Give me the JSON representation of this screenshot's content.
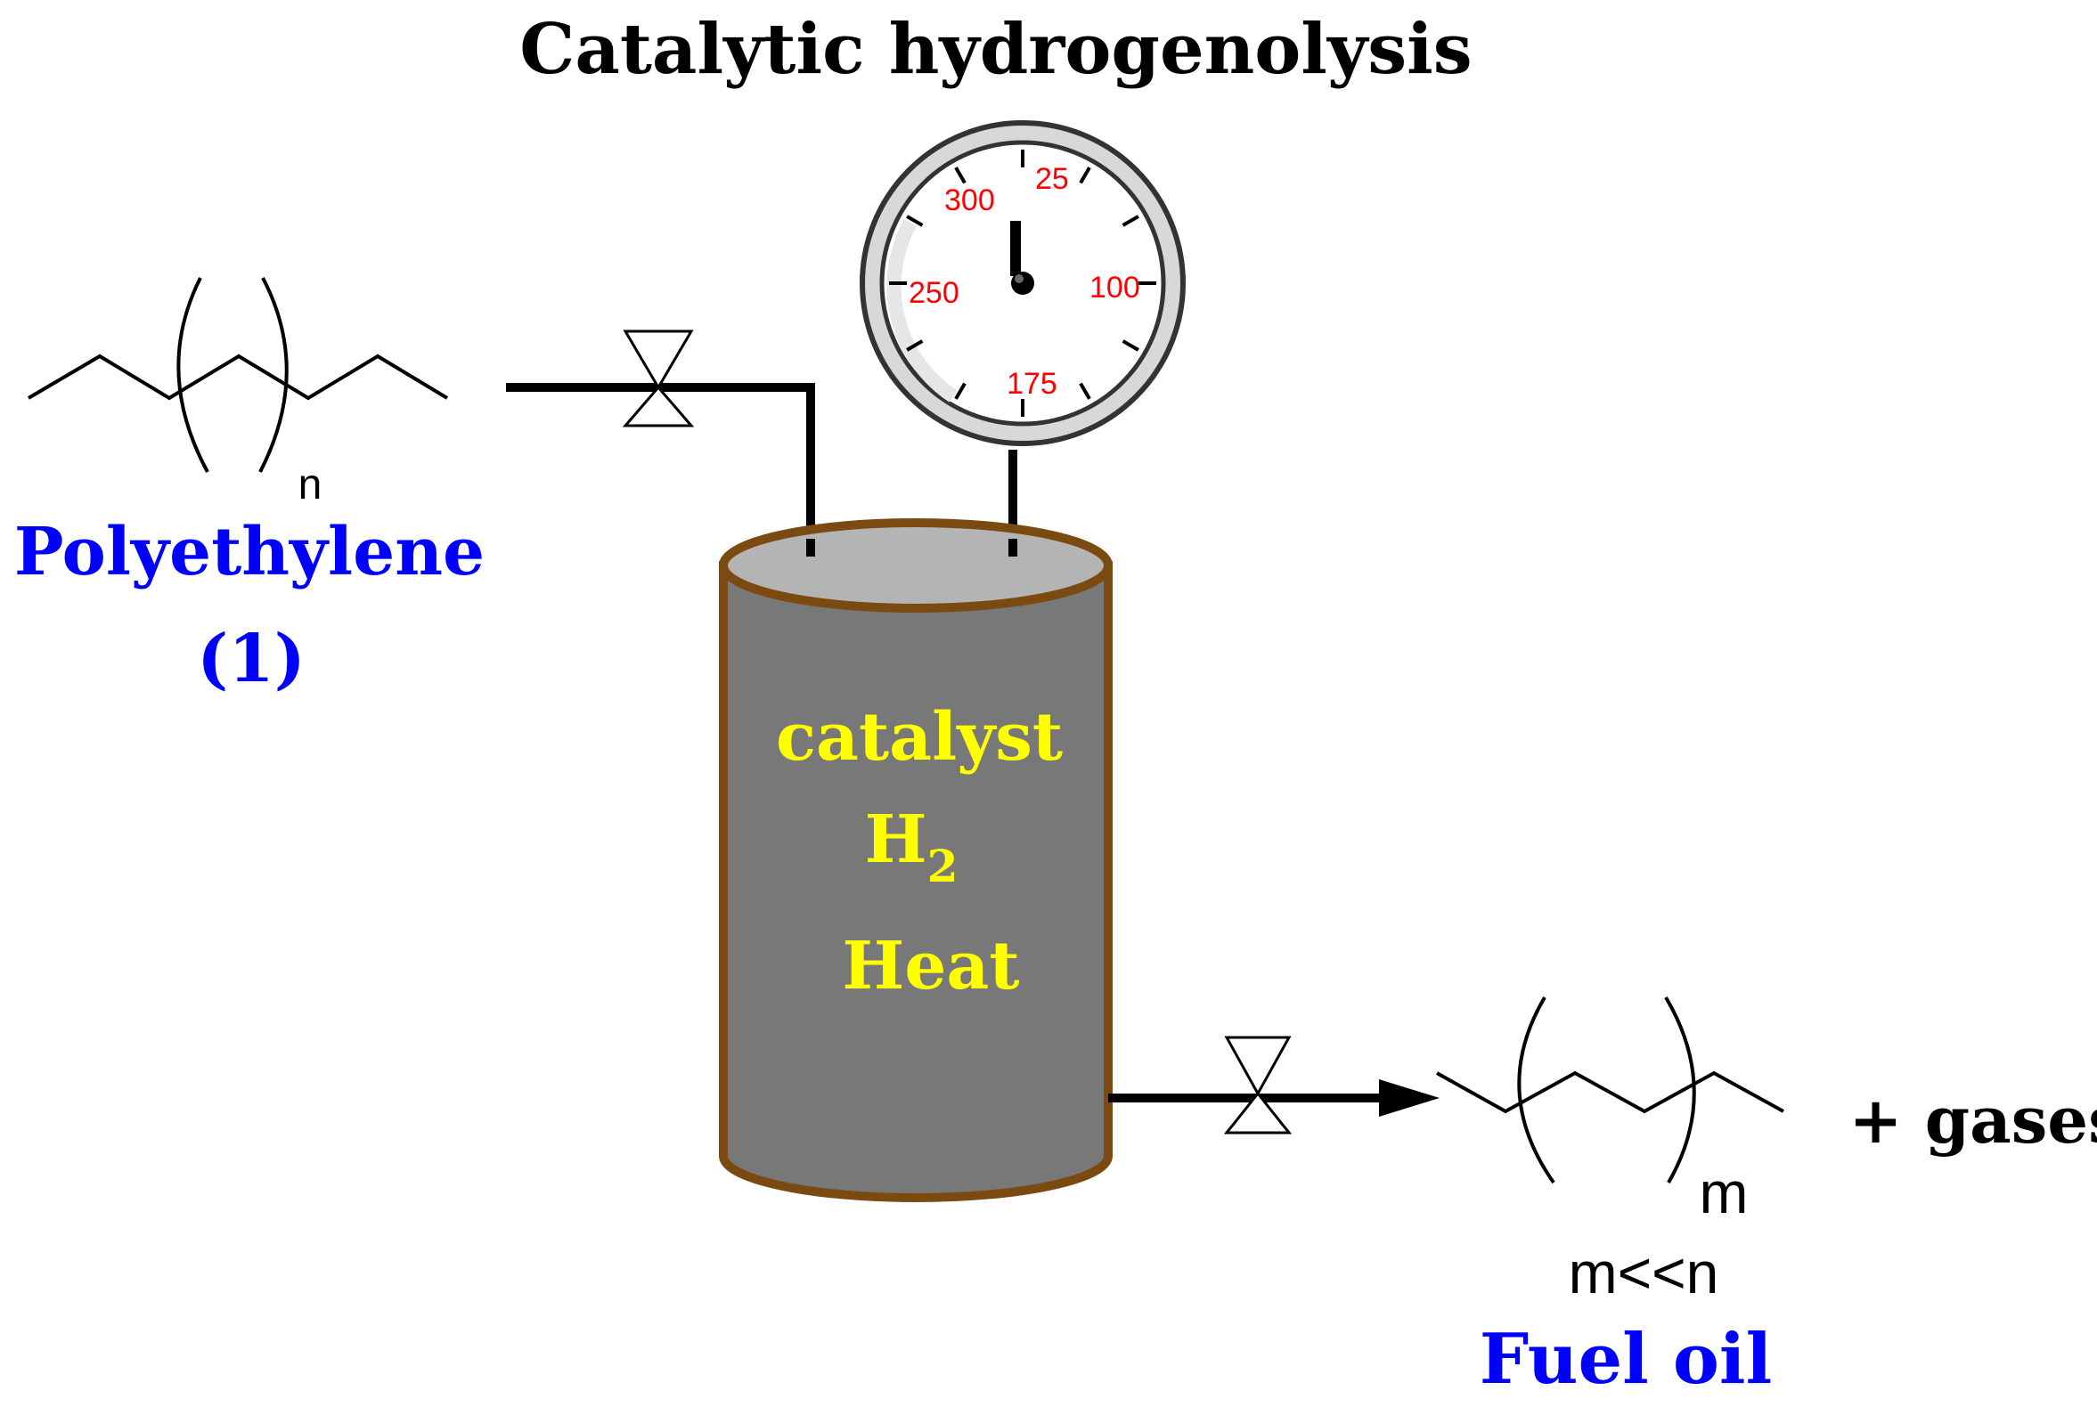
{
  "title": "Catalytic hydrogenolysis",
  "reactant": {
    "name": "Polyethylene",
    "number": "(1)",
    "repeat_subscript": "n",
    "color": "#0000ff"
  },
  "reactor": {
    "lines": [
      "catalyst",
      "H",
      "Heat"
    ],
    "h2_subscript": "2",
    "text_color": "#ffff00",
    "body_color": "#787878",
    "top_color": "#b4b4b4",
    "rim_color": "#7a4a10"
  },
  "gauge": {
    "labels": [
      "25",
      "300",
      "250",
      "100",
      "175"
    ],
    "label_color": "#ff0000"
  },
  "product": {
    "name": "Fuel oil",
    "repeat_subscript": "m",
    "condition": "m<<n",
    "extra": "+ gases",
    "color": "#0000ff"
  },
  "icons": {
    "inlet_valve": "valve-icon",
    "outlet_valve": "valve-icon",
    "arrow": "arrow-right-icon"
  }
}
